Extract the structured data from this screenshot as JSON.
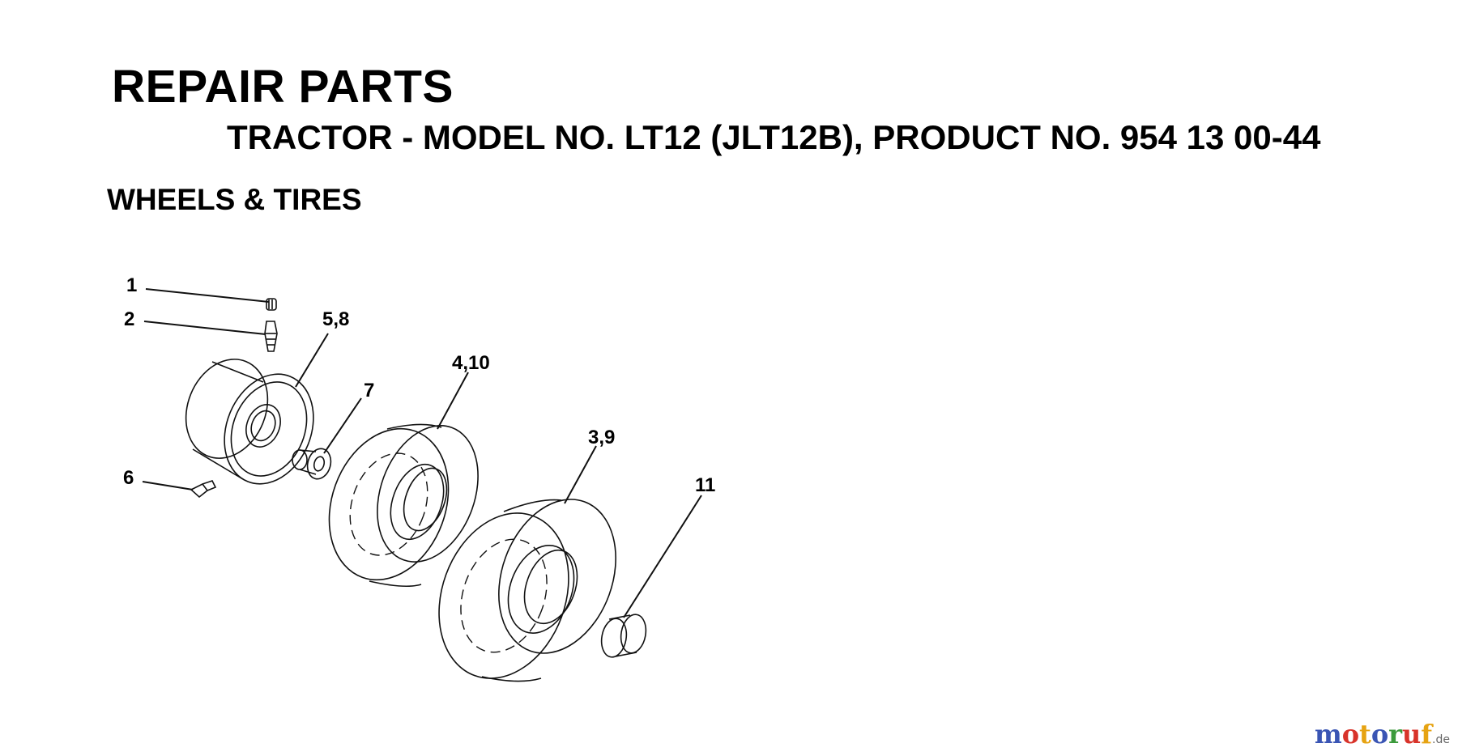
{
  "header": {
    "title": "REPAIR PARTS",
    "subtitle": "TRACTOR - MODEL NO. LT12 (JLT12B), PRODUCT NO. 954 13 00-44",
    "section": "WHEELS & TIRES"
  },
  "callouts": {
    "c1": "1",
    "c2": "2",
    "c58": "5,8",
    "c7": "7",
    "c410": "4,10",
    "c39": "3,9",
    "c6": "6",
    "c11": "11"
  },
  "watermark": {
    "letters": [
      "m",
      "o",
      "t",
      "o",
      "r",
      "u",
      "f"
    ],
    "letter_colors": [
      "#3a55b4",
      "#d8332a",
      "#e6a312",
      "#3a55b4",
      "#3b9a3b",
      "#d8332a",
      "#e6a312"
    ],
    "tld": ".de"
  }
}
